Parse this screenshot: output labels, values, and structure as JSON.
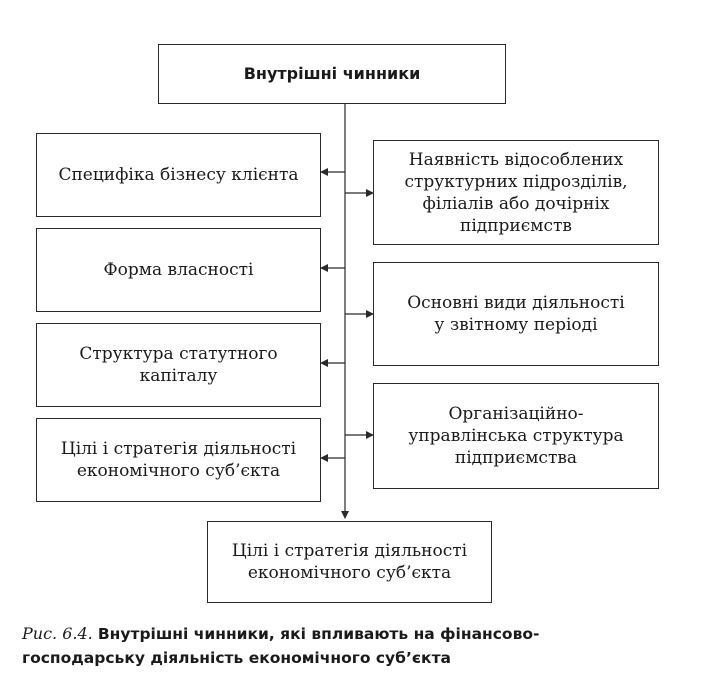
{
  "diagram": {
    "top_box": "Внутрішні чинники",
    "left_boxes": [
      "Специфіка бізнесу клієнта",
      "Форма власності",
      "Структура статутного\nкапіталу",
      "Цілі і стратегія діяльності\nекономічного суб’єкта"
    ],
    "right_boxes": [
      "Наявність відособлених\nструктурних підрозділів,\nфіліалів або дочірніх\nпідприємств",
      "Основні види діяльності\nу звітному періоді",
      "Організаційно-\nуправлінська структура\nпідприємства"
    ],
    "bottom_box": "Цілі і стратегія діяльності\nекономічного суб’єкта"
  },
  "caption": {
    "prefix": "Рис. 6.4. ",
    "text": "Внутрішні чинники, які впливають на фінансово-\nгосподарську діяльність економічного суб’єкта"
  }
}
